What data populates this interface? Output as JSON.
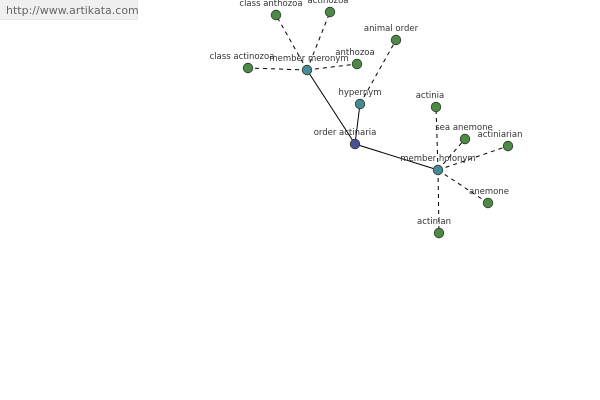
{
  "site_url": "http://www.artikata.com",
  "colors": {
    "root_node": "#4a4f9a",
    "relation_node": "#468a94",
    "leaf_node": "#4d8a45",
    "node_stroke": "#2f3a2f",
    "edge": "#000000",
    "background": "#ffffff"
  },
  "nodes": [
    {
      "id": "order",
      "label": "order actinaria",
      "kind": "root"
    },
    {
      "id": "meronym",
      "label": "member meronym",
      "kind": "relation"
    },
    {
      "id": "hypernym",
      "label": "hypernym",
      "kind": "relation"
    },
    {
      "id": "holonym",
      "label": "member holonym",
      "kind": "relation"
    },
    {
      "id": "class_anthozoa",
      "label": "class anthozoa",
      "kind": "leaf"
    },
    {
      "id": "actinozoa",
      "label": "actinozoa",
      "kind": "leaf"
    },
    {
      "id": "class_actinozoa",
      "label": "class actinozoa",
      "kind": "leaf"
    },
    {
      "id": "anthozoa",
      "label": "anthozoa",
      "kind": "leaf"
    },
    {
      "id": "animal_order",
      "label": "animal order",
      "kind": "leaf"
    },
    {
      "id": "actinia",
      "label": "actinia",
      "kind": "leaf"
    },
    {
      "id": "sea_anemone",
      "label": "sea anemone",
      "kind": "leaf"
    },
    {
      "id": "actiniarian",
      "label": "actiniarian",
      "kind": "leaf"
    },
    {
      "id": "anemone",
      "label": "anemone",
      "kind": "leaf"
    },
    {
      "id": "actinian",
      "label": "actinian",
      "kind": "leaf"
    }
  ],
  "edges": [
    {
      "from": "order",
      "to": "meronym",
      "style": "solid"
    },
    {
      "from": "order",
      "to": "hypernym",
      "style": "solid"
    },
    {
      "from": "order",
      "to": "holonym",
      "style": "solid"
    },
    {
      "from": "meronym",
      "to": "class_anthozoa",
      "style": "dashed"
    },
    {
      "from": "meronym",
      "to": "actinozoa",
      "style": "dashed"
    },
    {
      "from": "meronym",
      "to": "class_actinozoa",
      "style": "dashed"
    },
    {
      "from": "meronym",
      "to": "anthozoa",
      "style": "dashed"
    },
    {
      "from": "hypernym",
      "to": "animal_order",
      "style": "dashed"
    },
    {
      "from": "holonym",
      "to": "actinia",
      "style": "dashed"
    },
    {
      "from": "holonym",
      "to": "sea_anemone",
      "style": "dashed"
    },
    {
      "from": "holonym",
      "to": "actiniarian",
      "style": "dashed"
    },
    {
      "from": "holonym",
      "to": "anemone",
      "style": "dashed"
    },
    {
      "from": "holonym",
      "to": "actinian",
      "style": "dashed"
    }
  ]
}
